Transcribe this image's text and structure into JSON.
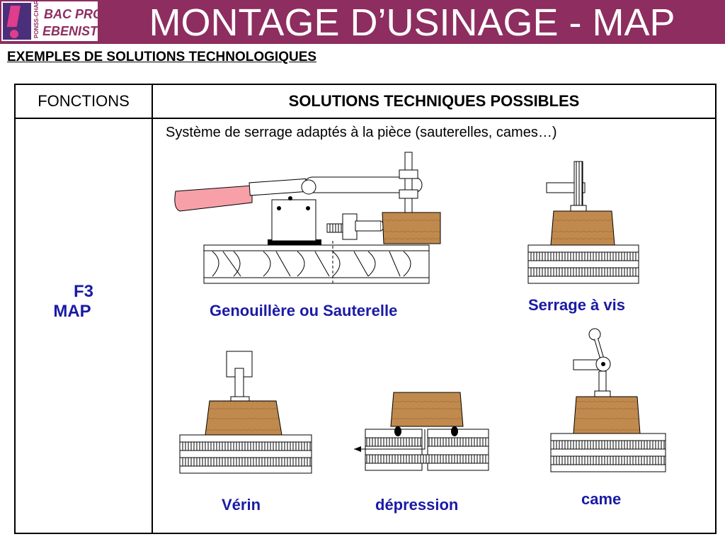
{
  "logo": {
    "line1": "BAC PRO",
    "line2": "EBENISTE",
    "side": "PONSS-CHARLES",
    "icon": "exclamation-icon"
  },
  "header": {
    "title": "MONTAGE D’USINAGE - MAP"
  },
  "subtitle": "EXEMPLES DE SOLUTIONS TECHNOLOGIQUES",
  "table": {
    "col1": "FONCTIONS",
    "col2": "SOLUTIONS TECHNIQUES POSSIBLES",
    "function_code": "F3",
    "function_name": "MAP",
    "description": "Système de serrage adaptés à la pièce (sauterelles, cames…)"
  },
  "captions": {
    "toggle_clamp": "Genouillère ou Sauterelle",
    "screw_clamp": "Serrage à vis",
    "jack": "Vérin",
    "vacuum": "dépression",
    "cam": "came"
  },
  "colors": {
    "header": "#8e2d5f",
    "caption": "#1a1aa6",
    "wood": "#c08a4e",
    "handle": "#f7a0a8"
  }
}
